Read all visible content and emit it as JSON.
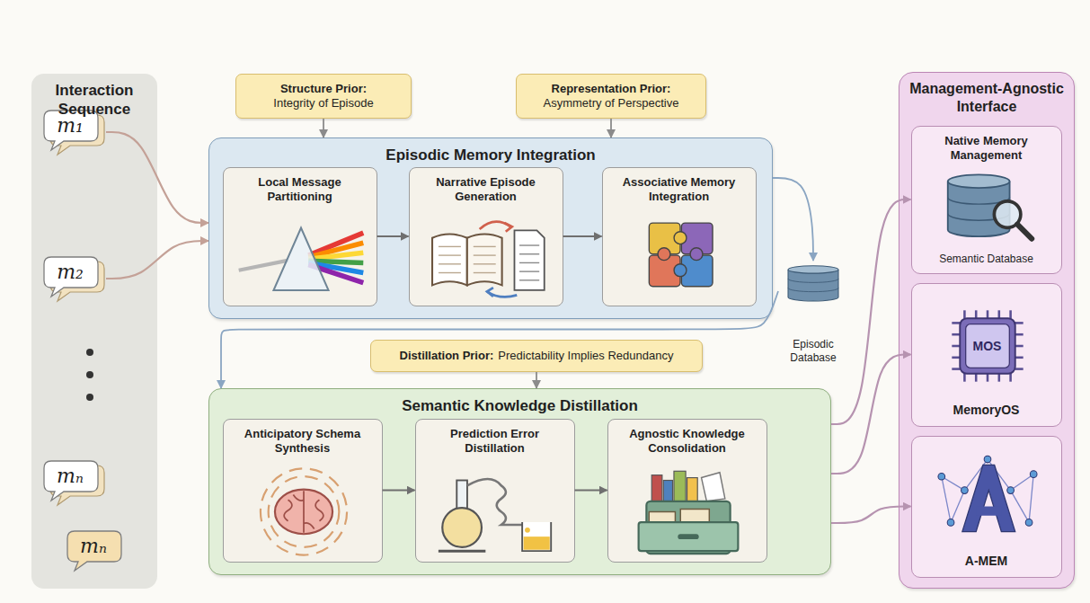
{
  "diagram": {
    "nodes": [
      {
        "text": [
          "Interaction Sequence"
        ]
      },
      {
        "text": [
          "m₁"
        ],
        "in": 0
      },
      {
        "text": [
          "m₂"
        ],
        "in": 0
      },
      {
        "text": [
          "mₙ"
        ],
        "in": 0
      },
      {
        "text": [
          "mₙ"
        ],
        "in": 0
      },
      {
        "text": [
          "Structure Prior:",
          "Integrity of Episode"
        ]
      },
      {
        "text": [
          "Representation Prior:",
          "Asymmetry of Perspective"
        ]
      },
      {
        "text": [
          "Episodic Memory Integration"
        ]
      },
      {
        "text": [
          "Local Message Partitioning"
        ],
        "in": 7
      },
      {
        "text": [
          "Narrative Episode Generation"
        ],
        "in": 7
      },
      {
        "text": [
          "Associative Memory Integration"
        ],
        "in": 7
      },
      {
        "text": [
          "Episodic Database"
        ]
      },
      {
        "text": [
          "Distillation Prior:",
          "Predictability Implies Redundancy"
        ]
      },
      {
        "text": [
          "Semantic Knowledge Distillation"
        ]
      },
      {
        "text": [
          "Anticipatory Schema Synthesis"
        ],
        "in": 13
      },
      {
        "text": [
          "Prediction Error Distillation"
        ],
        "in": 13
      },
      {
        "text": [
          "Agnostic Knowledge Consolidation"
        ],
        "in": 13
      },
      {
        "text": [
          "Management-Agnostic Interface"
        ]
      },
      {
        "text": [
          "Native Memory Management",
          "Semantic Database"
        ],
        "in": 17
      },
      {
        "text": [
          "MemoryOS"
        ],
        "in": 17
      },
      {
        "text": [
          "A-MEM"
        ],
        "in": 17
      }
    ],
    "edges": [
      {
        "from": 1,
        "to": 7,
        "arrow": "to"
      },
      {
        "from": 2,
        "to": 7,
        "arrow": "to"
      },
      {
        "from": 5,
        "to": 7,
        "arrow": "to"
      },
      {
        "from": 6,
        "to": 7,
        "arrow": "to"
      },
      {
        "from": 8,
        "to": 9,
        "arrow": "to"
      },
      {
        "from": 9,
        "to": 10,
        "arrow": "to"
      },
      {
        "from": 7,
        "to": 11,
        "arrow": "to"
      },
      {
        "from": 11,
        "to": 13,
        "arrow": "to"
      },
      {
        "from": 12,
        "to": 13,
        "arrow": "to"
      },
      {
        "from": 14,
        "to": 15,
        "arrow": "to"
      },
      {
        "from": 15,
        "to": 16,
        "arrow": "to"
      },
      {
        "from": 13,
        "to": 18,
        "arrow": "to"
      },
      {
        "from": 13,
        "to": 19,
        "arrow": "to"
      },
      {
        "from": 13,
        "to": 20,
        "arrow": "to"
      }
    ],
    "labels": [
      "MOS"
    ]
  }
}
